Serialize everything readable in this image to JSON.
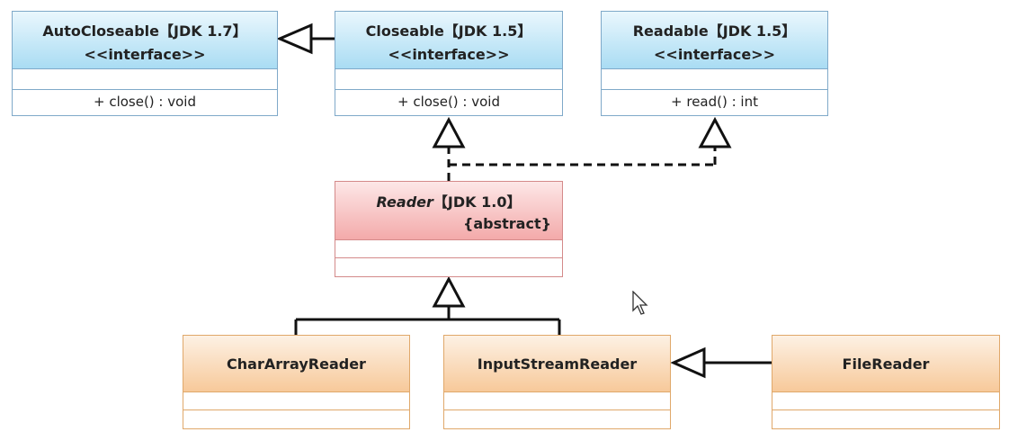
{
  "classes": {
    "autocloseable": {
      "name": "AutoCloseable【JDK 1.7】",
      "stereotype": "<<interface>>",
      "method": "+ close() : void"
    },
    "closeable": {
      "name": "Closeable【JDK 1.5】",
      "stereotype": "<<interface>>",
      "method": "+ close() : void"
    },
    "readable": {
      "name": "Readable【JDK 1.5】",
      "stereotype": "<<interface>>",
      "method": "+ read() : int"
    },
    "reader": {
      "name_italic": "Reader",
      "name_suffix": "【JDK 1.0】",
      "modifier": "{abstract}"
    },
    "chararrayreader": {
      "name": "CharArrayReader"
    },
    "inputstreamreader": {
      "name": "InputStreamReader"
    },
    "filereader": {
      "name": "FileReader"
    }
  },
  "colors": {
    "interface_fill": "#a9dcf3",
    "abstract_fill": "#f3aaaa",
    "class_fill": "#f7c99a",
    "line": "#111111"
  }
}
